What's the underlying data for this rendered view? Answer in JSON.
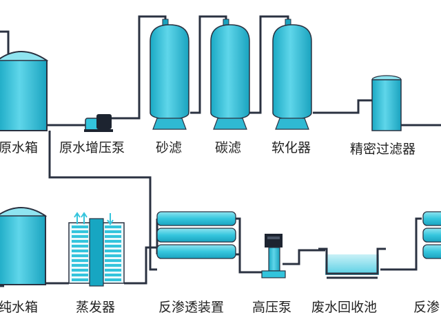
{
  "diagram": {
    "stages": {
      "raw_tank": "原水箱",
      "raw_booster_pump": "原水增压泵",
      "sand_filter": "砂滤",
      "carbon_filter": "碳滤",
      "softener": "软化器",
      "precision_filter": "精密过滤器",
      "pure_tank": "纯水箱",
      "evaporator": "蒸发器",
      "ro_unit": "反渗透装置",
      "high_pressure_pump": "高压泵",
      "waste_recovery_pool": "废水回收池",
      "ro_unit_2_partial": "反渗"
    },
    "colors": {
      "tank_fill": "#33c4dc",
      "tank_light": "#8fe4f0",
      "tank_dark": "#17a6c2",
      "pipe": "#2a3140",
      "pump_dark": "#1d2430"
    }
  }
}
